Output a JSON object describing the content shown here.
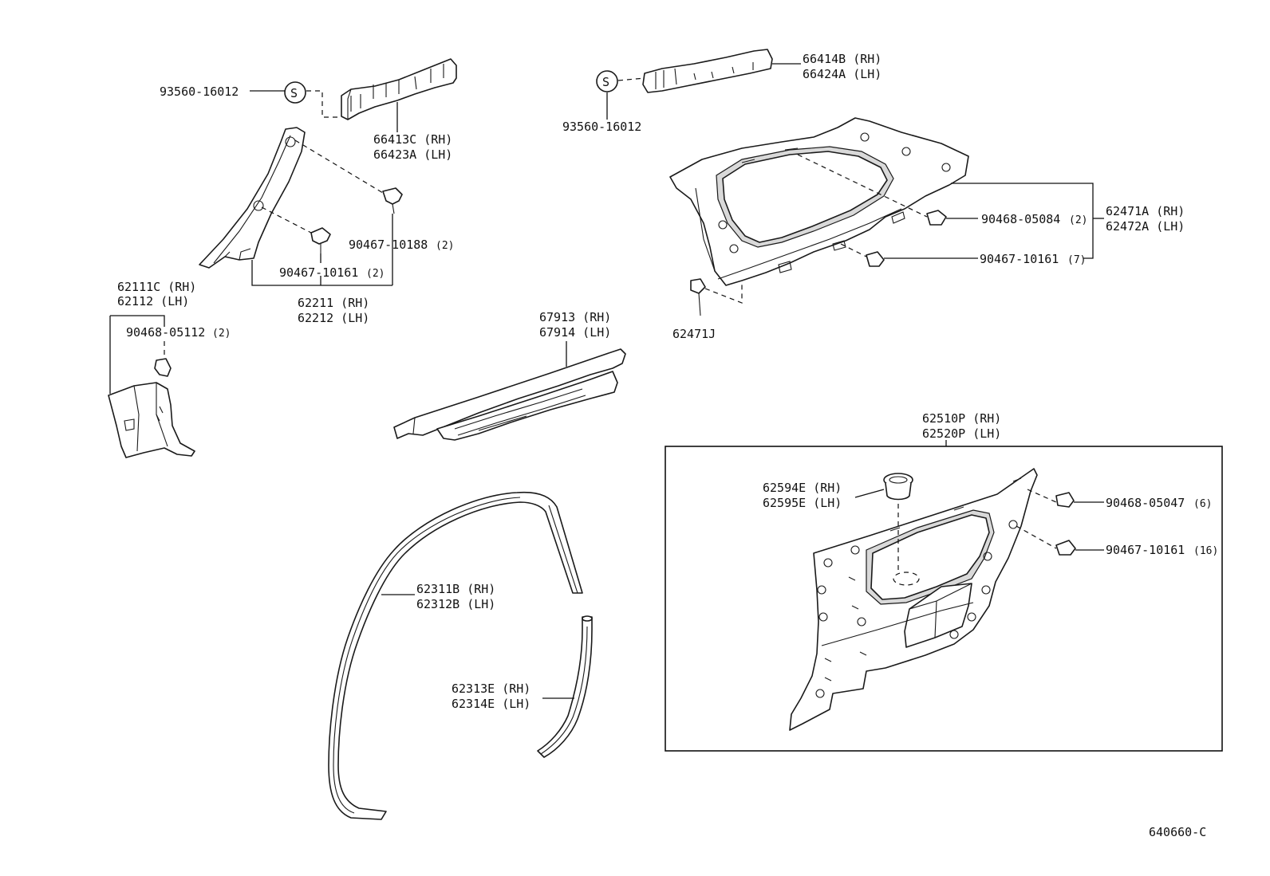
{
  "callouts": {
    "c93560_a": "93560-16012",
    "c93560_b": "93560-16012",
    "s_symbol_a": "S",
    "s_symbol_b": "S",
    "c66413c": "66413C (RH)",
    "c66423a": "66423A (LH)",
    "c66414b": "66414B (RH)",
    "c66424a": "66424A (LH)",
    "c90467_10188": "90467-10188",
    "c90467_10188_qty": "(2)",
    "c90467_10161_a": "90467-10161",
    "c90467_10161_a_qty": "(2)",
    "c62211": "62211 (RH)",
    "c62212": "62212 (LH)",
    "c62111c": "62111C (RH)",
    "c62112": "62112  (LH)",
    "c90468_05112": "90468-05112",
    "c90468_05112_qty": "(2)",
    "c90468_05084": "90468-05084",
    "c90468_05084_qty": "(2)",
    "c62471a": "62471A (RH)",
    "c62472a": "62472A (LH)",
    "c90467_10161_b": "90467-10161",
    "c90467_10161_b_qty": "(7)",
    "c62471j": "62471J",
    "c67913": "67913 (RH)",
    "c67914": "67914 (LH)",
    "c62510p": "62510P (RH)",
    "c62520p": "62520P (LH)",
    "c62594e": "62594E (RH)",
    "c62595e": "62595E (LH)",
    "c90468_05047": "90468-05047",
    "c90468_05047_qty": "(6)",
    "c90467_10161_c": "90467-10161",
    "c90467_10161_c_qty": "(16)",
    "c62311b": "62311B (RH)",
    "c62312b": "62312B (LH)",
    "c62313e": "62313E (RH)",
    "c62314e": "62314E (LH)"
  },
  "drawing_code": "640660-C",
  "colors": {
    "line": "#1a1a1a",
    "shade": "#d9d9d9",
    "background": "#ffffff"
  }
}
